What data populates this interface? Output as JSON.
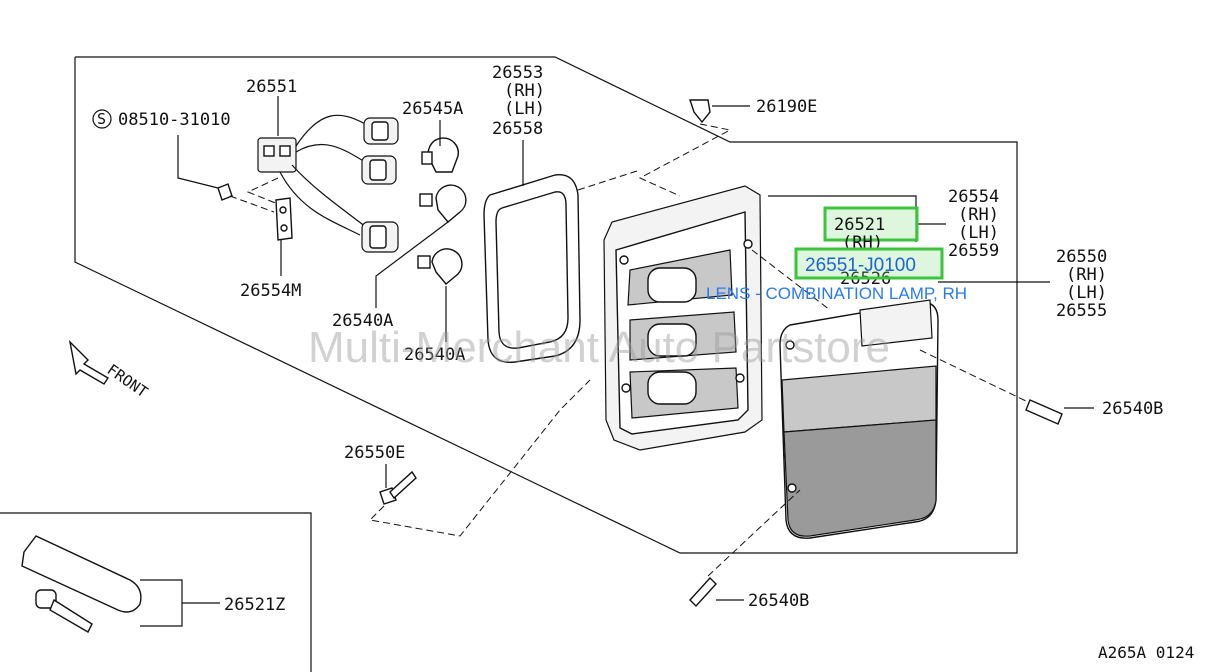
{
  "parts": {
    "p26551": "26551",
    "s08510": "08510-31010",
    "s_icon": "S",
    "p26553": "26553",
    "rh_26553": "(RH)",
    "lh_26553": "(LH)",
    "p26558": "26558",
    "p26545A": "26545A",
    "p26190E": "26190E",
    "p26554": "26554",
    "rh_26554": "(RH)",
    "lh_26554": "(LH)",
    "p26559": "26559",
    "p26521": "26521",
    "rh_26521": "(RH)",
    "p26526": "26526",
    "p26550": "26550",
    "rh_26550": "(RH)",
    "lh_26550": "(LH)",
    "p26555": "26555",
    "p26554M": "26554M",
    "p26540A_1": "26540A",
    "p26540A_2": "26540A",
    "p26540B_1": "26540B",
    "p26540B_2": "26540B",
    "p26550E": "26550E",
    "p26521Z": "26521Z"
  },
  "highlight": {
    "part_number": "26551-J0100",
    "description": "LENS - COMBINATION LAMP, RH",
    "accent_color": "#3cc43c",
    "text_color": "#1f63d6"
  },
  "labels": {
    "front": "FRONT",
    "watermark": "Multi-Merchant Auto Partstore",
    "ref_code": "A265A 0124"
  }
}
